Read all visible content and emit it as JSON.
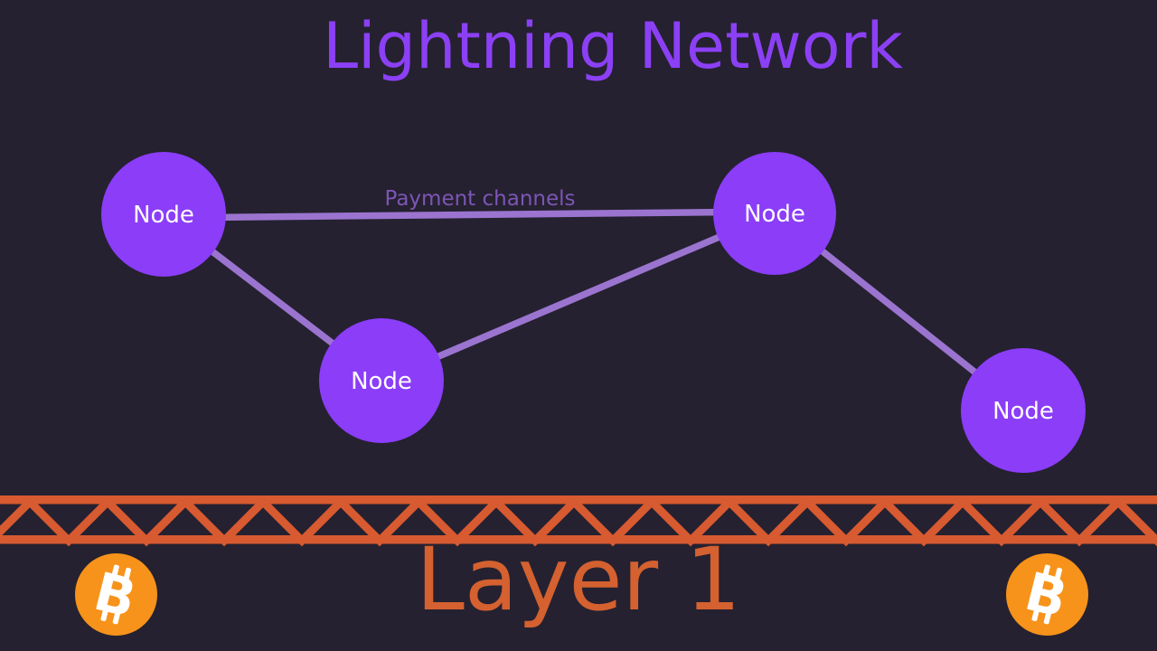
{
  "title": "Lightning Network",
  "network": {
    "channel_label": "Payment channels",
    "nodes": [
      {
        "label": "Node"
      },
      {
        "label": "Node"
      },
      {
        "label": "Node"
      },
      {
        "label": "Node"
      }
    ],
    "edges": [
      {
        "from": 0,
        "to": 1
      },
      {
        "from": 0,
        "to": 2
      },
      {
        "from": 2,
        "to": 1
      },
      {
        "from": 1,
        "to": 3
      }
    ]
  },
  "base_layer": {
    "label": "Layer 1"
  },
  "bitcoin": {
    "symbol_letter": "B"
  },
  "colors": {
    "background": "#252130",
    "title_text": "#8c40f5",
    "node_fill": "#8b3df8",
    "node_label": "#ffffff",
    "channel_line": "#9b74d0",
    "channel_label": "#7d55b5",
    "truss_orange": "#d85a31",
    "layer1_text": "#d4612f",
    "bitcoin_orange": "#f7931a",
    "bitcoin_symbol": "#ffffff"
  }
}
